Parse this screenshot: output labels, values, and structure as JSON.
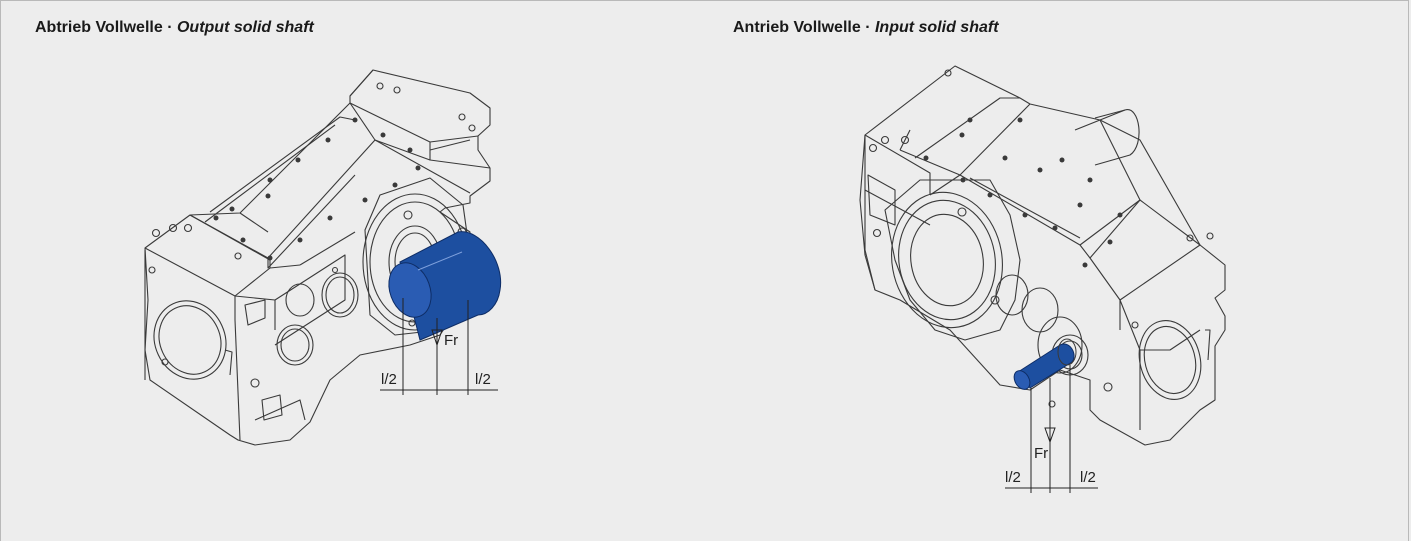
{
  "panels": [
    {
      "title_de": "Abtrieb Vollwelle",
      "separator": "·",
      "title_en": "Output solid shaft",
      "force_label": "Fr",
      "dim_left": "l/2",
      "dim_right": "l/2",
      "shaft_color": "#1d4fa0"
    },
    {
      "title_de": "Antrieb Vollwelle",
      "separator": "·",
      "title_en": "Input solid shaft",
      "force_label": "Fr",
      "dim_left": "l/2",
      "dim_right": "l/2",
      "shaft_color": "#1d4fa0"
    }
  ],
  "colors": {
    "background": "#ededed",
    "line": "#3a3a3a",
    "border": "#b9b9b9"
  }
}
